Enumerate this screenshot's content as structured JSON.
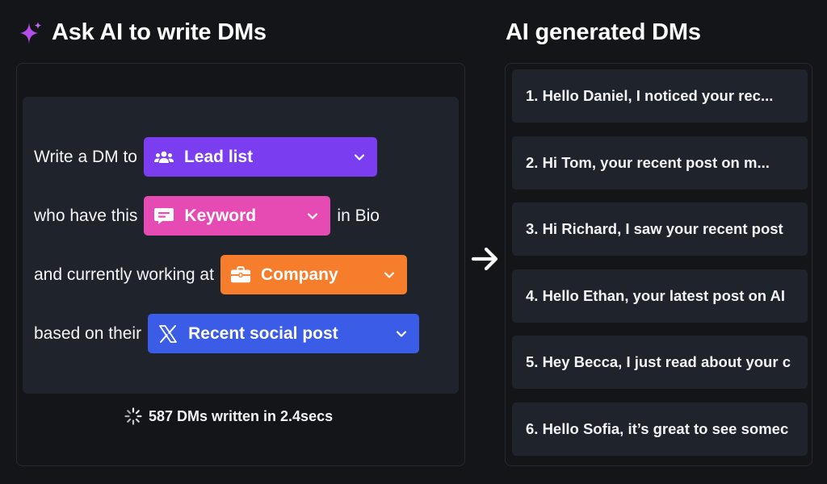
{
  "left": {
    "title": "Ask AI to write DMs",
    "lines": [
      {
        "before": "Write a DM to",
        "chip": {
          "label": "Lead list",
          "icon": "people-icon",
          "color": "#7b3df0"
        },
        "after": ""
      },
      {
        "before": "who have this",
        "chip": {
          "label": "Keyword",
          "icon": "message-icon",
          "color": "#e64bb4"
        },
        "after": "in Bio"
      },
      {
        "before": "and currently working at",
        "chip": {
          "label": "Company",
          "icon": "briefcase-icon",
          "color": "#f57d2c"
        },
        "after": ""
      },
      {
        "before": "based on their",
        "chip": {
          "label": "Recent social post",
          "icon": "x-logo-icon",
          "color": "#3b5ce6"
        },
        "after": ""
      }
    ],
    "status": "587 DMs written in 2.4secs"
  },
  "right": {
    "title": "AI generated DMs",
    "dms": [
      "1. Hello Daniel, I noticed your rec...",
      "2. Hi Tom, your recent post on m...",
      "3. Hi Richard, I saw your recent post",
      "4. Hello Ethan, your latest post on AI",
      "5. Hey Becca, I just read about your c",
      "6. Hello Sofia, it’s great to see somec"
    ]
  },
  "colors": {
    "background": "#141519",
    "card": "#1f232b",
    "sparkle": "#b44ee8"
  }
}
